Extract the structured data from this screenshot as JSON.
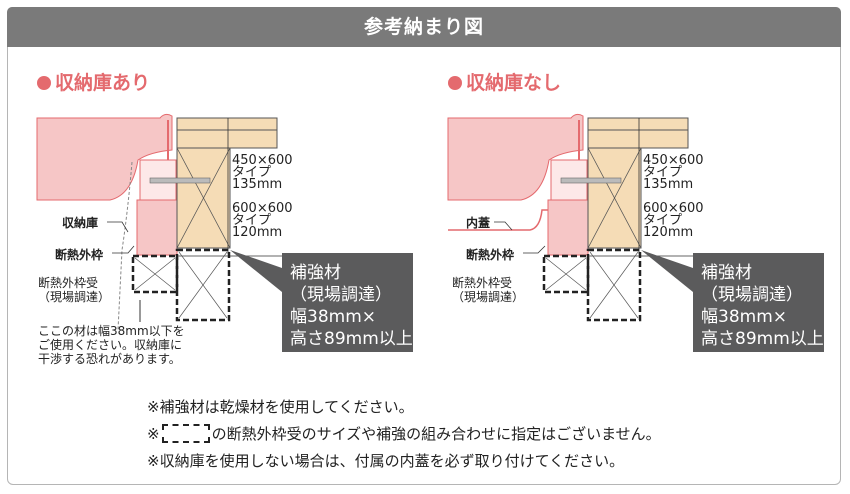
{
  "title": "参考納まり図",
  "left": {
    "heading": "収納庫あり",
    "label_storage": "収納庫",
    "label_frame": "断熱外枠",
    "label_receiver_1": "断熱外枠受",
    "label_receiver_2": "（現場調達）",
    "dim1": [
      "450×600",
      "タイプ",
      "135mm"
    ],
    "dim2": [
      "600×600",
      "タイプ",
      "120mm"
    ],
    "callout": [
      "補強材",
      "（現場調達）",
      "幅38mm×",
      "高さ89mm以上"
    ],
    "note": [
      "ここの材は幅38mm以下を",
      "ご使用ください。収納庫に",
      "干渉する恐れがあります。"
    ]
  },
  "right": {
    "heading": "収納庫なし",
    "label_lid": "内蓋",
    "label_frame": "断熱外枠",
    "label_receiver_1": "断熱外枠受",
    "label_receiver_2": "（現場調達）",
    "dim1": [
      "450×600",
      "タイプ",
      "135mm"
    ],
    "dim2": [
      "600×600",
      "タイプ",
      "120mm"
    ],
    "callout": [
      "補強材",
      "（現場調達）",
      "幅38mm×",
      "高さ89mm以上"
    ]
  },
  "notes": {
    "n1": "※補強材は乾燥材を使用してください。",
    "n2_pre": "※",
    "n2_post": "の断熱外枠受のサイズや補強の組み合わせに指定はございません。",
    "n3": "※収納庫を使用しない場合は、付属の内蓋を必ず取り付けてください。"
  },
  "colors": {
    "accent": "#e46a6e",
    "pink": "#f6c6c6",
    "wood": "#f5dcb6",
    "callout": "#5b5b5c"
  }
}
